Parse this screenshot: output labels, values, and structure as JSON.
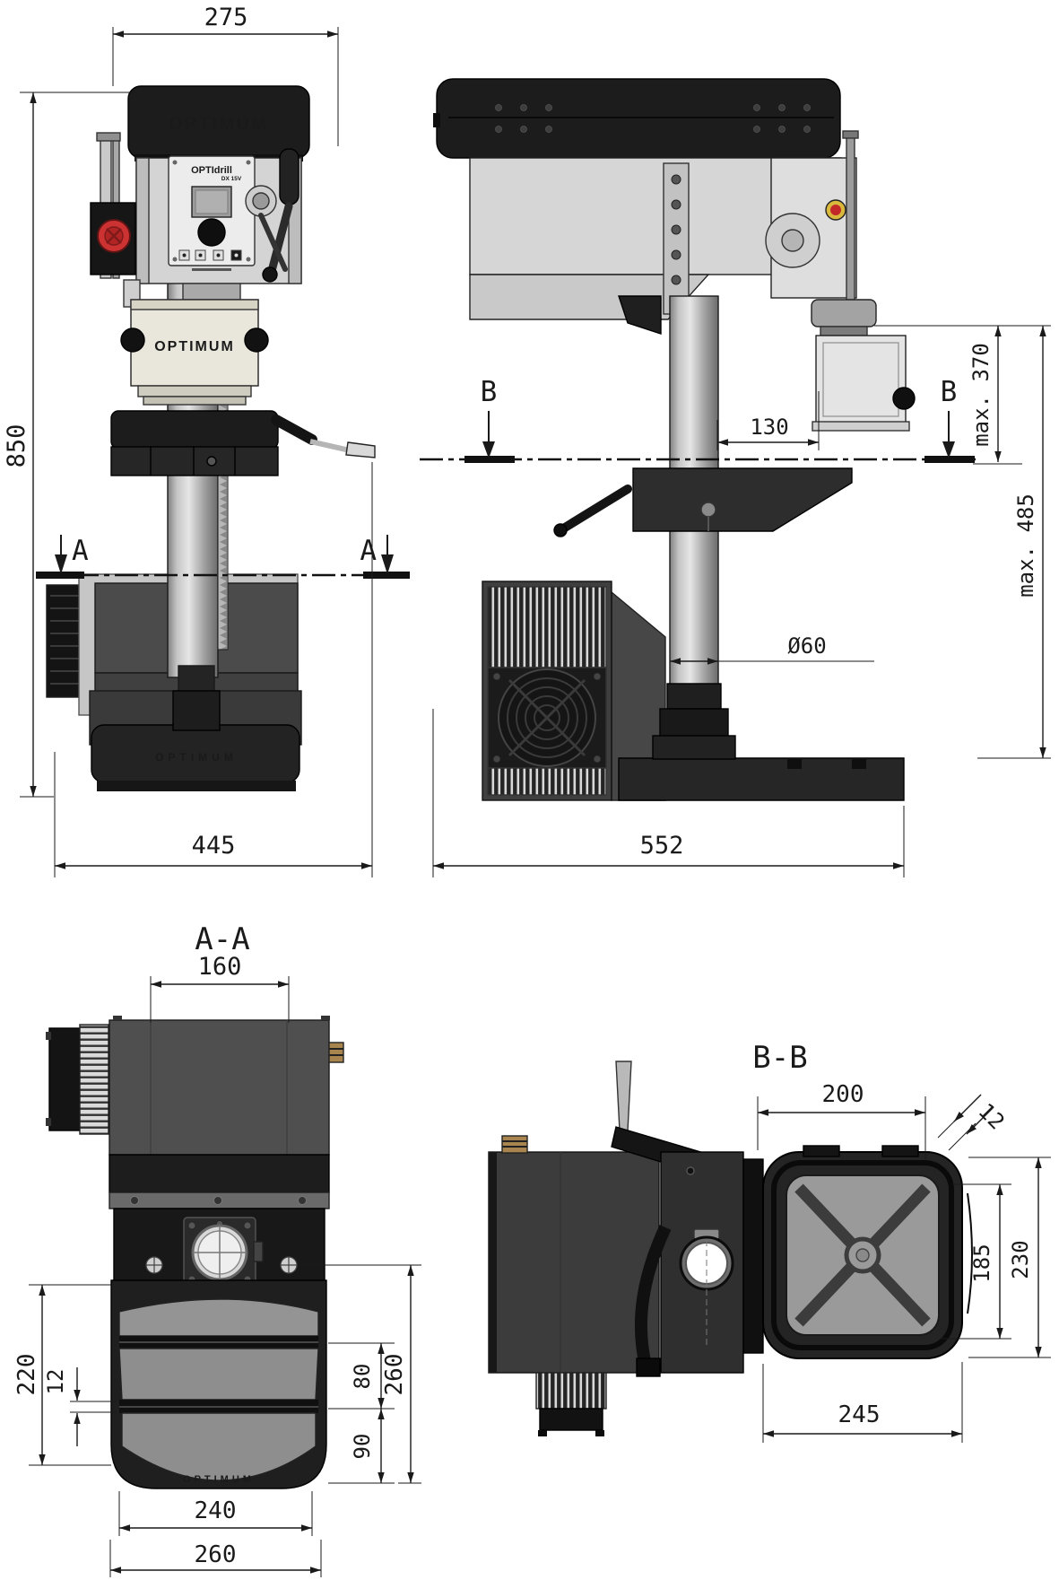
{
  "brand": {
    "name": "OPTIMUM",
    "panel_line1": "OPTIdrill",
    "panel_line2": "DX 15V"
  },
  "colors": {
    "line": "#1a1a1a",
    "machine_black": "#1c1c1c",
    "machine_dark_gray": "#4b4b4b",
    "machine_light_gray": "#d6d6d6",
    "estop_red": "#cc3232",
    "connector_bronze": "#a8854f"
  },
  "front_view": {
    "section_marker": "A",
    "dims": {
      "top_width": "275",
      "overall_height": "850",
      "base_width": "445"
    }
  },
  "side_view": {
    "section_marker": "B",
    "dims": {
      "column_to_spindle": "130",
      "max_spindle_to_table": "max. 370",
      "max_spindle_to_base": "max. 485",
      "column_diameter": "Ø60",
      "overall_depth": "552"
    }
  },
  "section_aa": {
    "title": "A-A",
    "dims": {
      "motor_center": "160",
      "base_side": "220",
      "slot_rib": "12",
      "slot_pitch": "80",
      "slot_edge": "90",
      "base_length_right": "260",
      "base_inner_width": "240",
      "base_width": "260"
    }
  },
  "section_bb": {
    "title": "B-B",
    "dims": {
      "table_top_width": "200",
      "rim": "12",
      "inner_depth": "185",
      "table_depth": "230",
      "table_width": "245"
    }
  }
}
